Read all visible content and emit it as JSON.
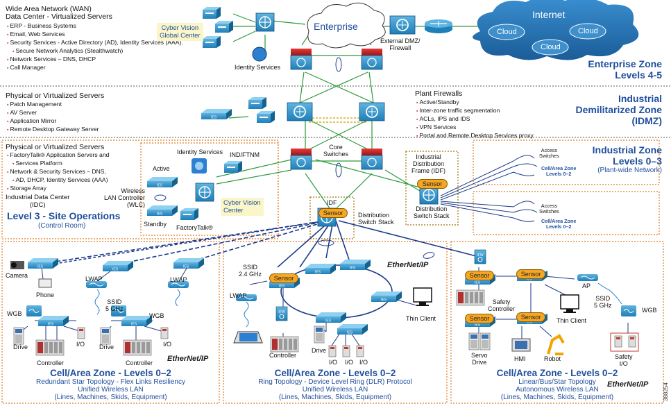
{
  "wan": {
    "title1": "Wide Area Network (WAN)",
    "title2": "Data Center - Virtualized Servers",
    "items": [
      "ERP - Business Systems",
      "Email, Web Services",
      "Security Services - Active Directory (AD), Identity Services (AAA).",
      "Secure Network Analytics (Stealthwatch)",
      "Network Services – DNS, DHCP",
      "Call Manager"
    ]
  },
  "cyber_global": "Cyber Vision\nGlobal Center",
  "identity_services_top": "Identity Services",
  "enterprise_cloud": "Enterprise",
  "dmz_label": "External DMZ/\nFirewall",
  "internet": "Internet",
  "cloud": "Cloud",
  "enterprise_zone": {
    "title": "Enterprise Zone",
    "sub": "Levels 4-5"
  },
  "idmz_servers": {
    "title": "Physical or Virtualized Servers",
    "items": [
      "Patch Management",
      "AV Server",
      "Application Mirror",
      "Remote Desktop Gateway Server"
    ]
  },
  "plant_firewalls": {
    "title": "Plant Firewalls",
    "items": [
      "Active/Standby",
      "Inter-zone traffic segmentation",
      "ACLs, IPS and IDS",
      "VPN Services",
      "Portal and Remote Desktop Services proxy"
    ]
  },
  "idmz_zone": {
    "line1": "Industrial",
    "line2": "Demilitarized Zone",
    "line3": "(IDMZ)"
  },
  "l3_servers": {
    "title": "Physical or Virtualized Servers",
    "items": [
      "FactoryTalk® Application Servers and",
      "Services Platform",
      "Network & Security Services – DNS,",
      "AD, DHCP, Identity Services (AAA)",
      "Storage Array"
    ]
  },
  "idc": "Industrial Data Center\n(IDC)",
  "site_ops": {
    "title": "Level 3 - Site Operations",
    "sub": "(Control Room)"
  },
  "identity_services_l3": "Identity Services",
  "ind_ftnm": "IND/FTNM",
  "active": "Active",
  "standby": "Standby",
  "wlc": "Wireless\nLAN Controller\n(WLC)",
  "cyber_center": "Cyber Vision\nCenter",
  "factorytalk": "FactoryTalk®",
  "core_switches": "Core\nSwitches",
  "idf_left": "IDF",
  "sensor": "Sensor",
  "dist_stack1": "Distribution\nSwitch Stack",
  "idf_right": "Industrial\nDistribution\nFrame (IDF)",
  "dist_stack2": "Distribution\nSwitch Stack",
  "access_switches": "Access\nSwitches",
  "cell_small": "Cell/Area Zone\nLevels 0–2",
  "industrial_zone": {
    "line1": "Industrial Zone",
    "line2": "Levels 0–3",
    "line3": "(Plant-wide Network)"
  },
  "cell1": {
    "title": "Cell/Area Zone - Levels 0–2",
    "sub1": "Redundant Star Topology - Flex Links Resiliency",
    "sub2": "Unified Wireless LAN",
    "sub3": "(Lines, Machines, Skids, Equipment)",
    "labels": {
      "camera": "Camera",
      "phone": "Phone",
      "lwap": "LWAP",
      "ssid": "SSID\n5 GHz",
      "wgb": "WGB",
      "drive": "Drive",
      "io": "I/O",
      "controller": "Controller"
    }
  },
  "cell2": {
    "title": "Cell/Area Zone - Levels 0–2",
    "sub1": "Ring Topology - Device Level Ring (DLR) Protocol",
    "sub2": "Unified Wireless LAN",
    "sub3": "(Lines, Machines, Skids, Equipment)",
    "labels": {
      "ssid": "SSID\n2.4 GHz",
      "lwap": "LWAP",
      "controller": "Controller",
      "drive": "Drive",
      "io": "I/O",
      "thin": "Thin Client",
      "ifw": "IFW"
    }
  },
  "cell3": {
    "title": "Cell/Area Zone - Levels 0–2",
    "sub1": "Linear/Bus/Star Topology",
    "sub2": "Autonomous Wireless LAN",
    "sub3": "(Lines, Machines, Skids, Equipment)",
    "labels": {
      "safety_ctrl": "Safety\nController",
      "thin": "Thin Client",
      "ap": "AP",
      "ssid": "SSID\n5 GHz",
      "wgb": "WGB",
      "servo": "Servo\nDrive",
      "hmi": "HMI",
      "robot": "Robot",
      "safety_io": "Safety\nI/O",
      "ifw": "IFW"
    }
  },
  "ethernet_ip": "EtherNet/IP",
  "ies": "IES",
  "figure_number": "388254",
  "colors": {
    "link": "#2a9a3a",
    "blue": "#1f4e9c",
    "dash": "#1b3a8a",
    "zone": "#e07a1f",
    "sensor": "#f5a623"
  }
}
